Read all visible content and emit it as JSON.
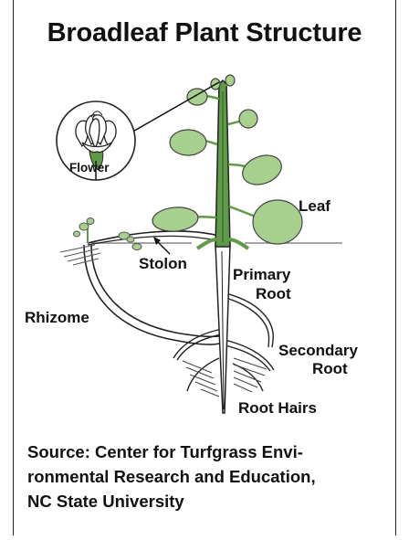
{
  "title": "Broadleaf Plant Structure",
  "labels": {
    "flower": "Flower",
    "leaf": "Leaf",
    "stolon": "Stolon",
    "primary_root_1": "Primary",
    "primary_root_2": "Root",
    "rhizome": "Rhizome",
    "secondary_root_1": "Secondary",
    "secondary_root_2": "Root",
    "root_hairs": "Root Hairs"
  },
  "source": {
    "line1": "Source: Center for Turfgrass Envi-",
    "line2": "ronmental Research and Education,",
    "line3": "NC State University"
  },
  "colors": {
    "leaf_fill": "#a7cf8d",
    "stem_green": "#5f9a48",
    "outline": "#222222"
  }
}
